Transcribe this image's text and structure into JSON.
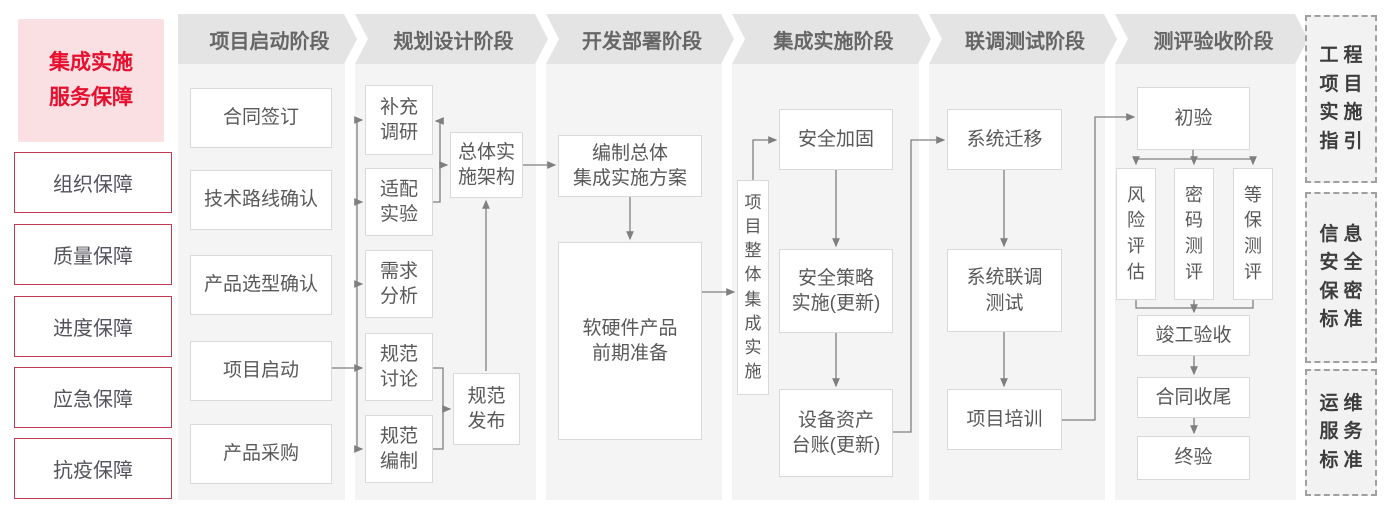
{
  "sidebar": {
    "title": "集成实施\n服务保障",
    "items": [
      "组织保障",
      "质量保障",
      "进度保障",
      "应急保障",
      "抗疫保障"
    ]
  },
  "phases": [
    "项目启动阶段",
    "规划设计阶段",
    "开发部署阶段",
    "集成实施阶段",
    "联调测试阶段",
    "测评验收阶段"
  ],
  "flow": {
    "startup": [
      "合同签订",
      "技术路线确认",
      "产品选型确认",
      "项目启动",
      "产品采购"
    ],
    "planning": {
      "inputs": [
        "补充\n调研",
        "适配\n实验",
        "需求\n分析",
        "规范\n讨论",
        "规范\n编制"
      ],
      "arch": "总体实\n施架构",
      "publish": "规范\n发布"
    },
    "develop": {
      "plan": "编制总体\n集成实施方案",
      "prepare": "软硬件产品\n前期准备"
    },
    "integration": {
      "main": "项\n目\n整\n体\n集\n成\n实\n施",
      "steps": [
        "安全加固",
        "安全策略\n实施(更新)",
        "设备资产\n台账(更新)"
      ]
    },
    "testing": [
      "系统迁移",
      "系统联调\n测试",
      "项目培训"
    ],
    "acceptance": {
      "initial": "初验",
      "evals": [
        "风\n险\n评\n估",
        "密\n码\n测\n评",
        "等\n保\n测\n评"
      ],
      "final": [
        "竣工验收",
        "合同收尾",
        "终验"
      ]
    }
  },
  "standards": [
    "工程\n项目\n实施\n指引",
    "信息\n安全\n保密\n标准",
    "运维\n服务\n标准"
  ],
  "colors": {
    "accent_red": "#e60f2e",
    "border_red": "#c23a52",
    "panel_gray": "#f4f4f4",
    "header_gray": "#e4e4e4",
    "line_gray": "#7f7f7f"
  }
}
